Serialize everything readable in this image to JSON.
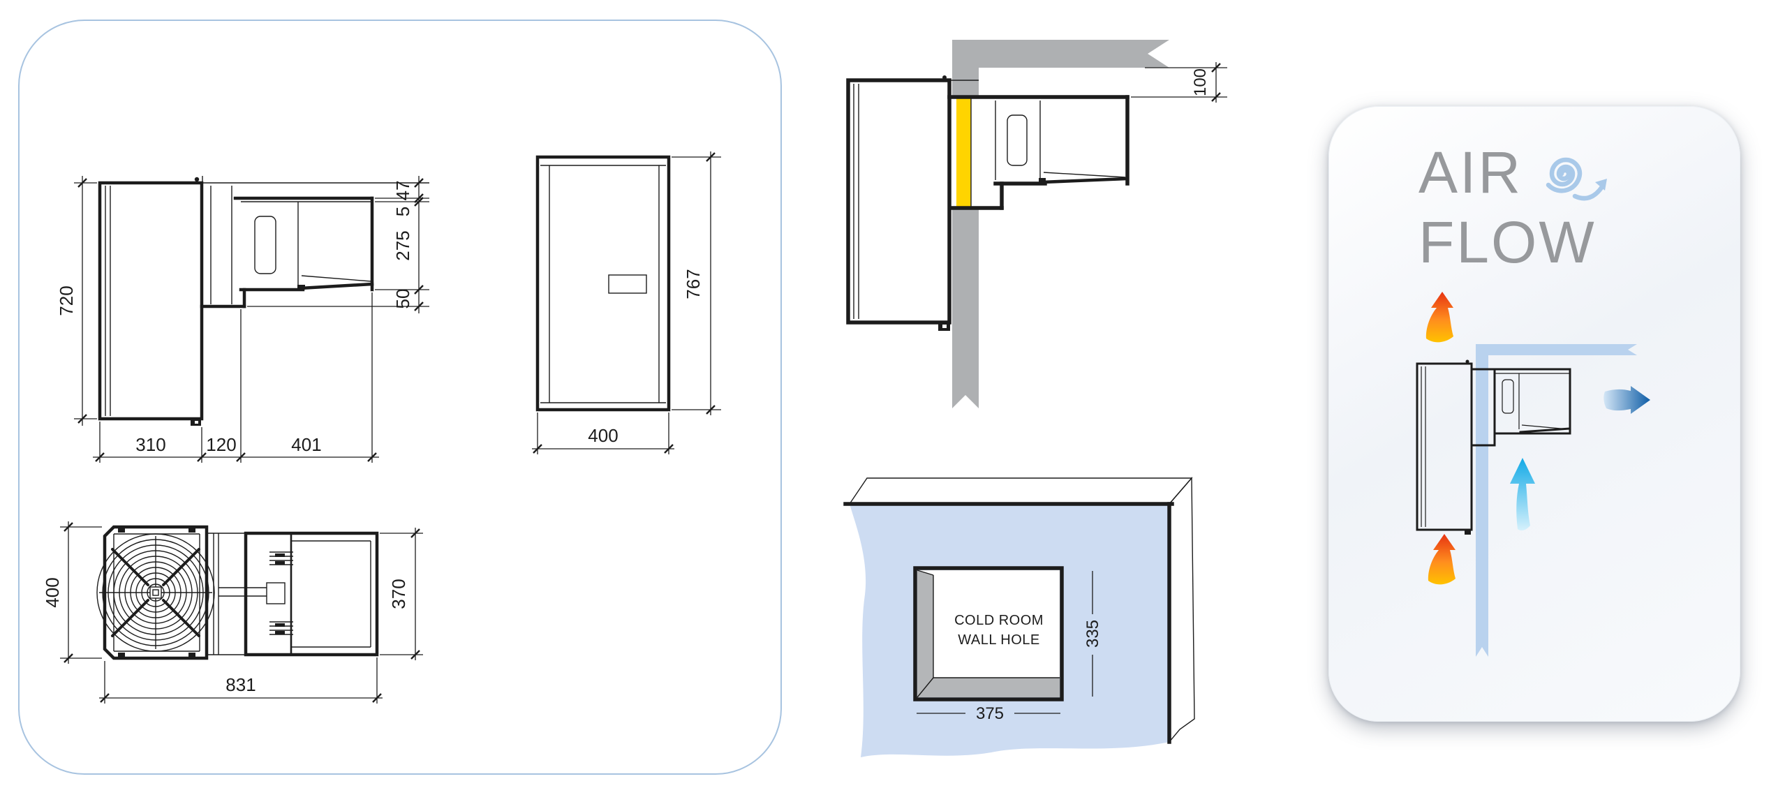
{
  "colors": {
    "panel_border": "#a7c3e0",
    "line_black": "#1c1c1c",
    "wall_gray": "#aeb0b2",
    "insulation_yellow": "#ffd400",
    "cold_wall_blue": "#cddcf2",
    "reveal_gray": "#b4b6b8",
    "airflow_title_gray": "#97999c",
    "swirl_blue": "#a9c9e9",
    "wall_band_blue": "#b9d2ee",
    "hot_arrow_red": "#e63312",
    "hot_arrow_orange": "#ffc200",
    "cold_arrow_dark_blue": "#0f5da6",
    "cold_arrow_cyan": "#12a9e6"
  },
  "left_panel": {
    "side_view": {
      "height": "720",
      "top_offset": "47",
      "gap": "5",
      "evaporator_height": "275",
      "bottom_offset": "50",
      "condenser_depth": "310",
      "wall_depth": "120",
      "evaporator_depth": "401"
    },
    "front_view": {
      "height": "767",
      "width": "400"
    },
    "top_view": {
      "condenser_width": "400",
      "evaporator_width": "370",
      "total_depth": "831"
    }
  },
  "wall_section": {
    "ceiling_clearance": "100"
  },
  "wall_hole": {
    "label_line1": "COLD ROOM",
    "label_line2": "WALL HOLE",
    "hole_width": "375",
    "hole_height": "335"
  },
  "airflow": {
    "title_line1": "AIR",
    "title_line2": "FLOW"
  }
}
